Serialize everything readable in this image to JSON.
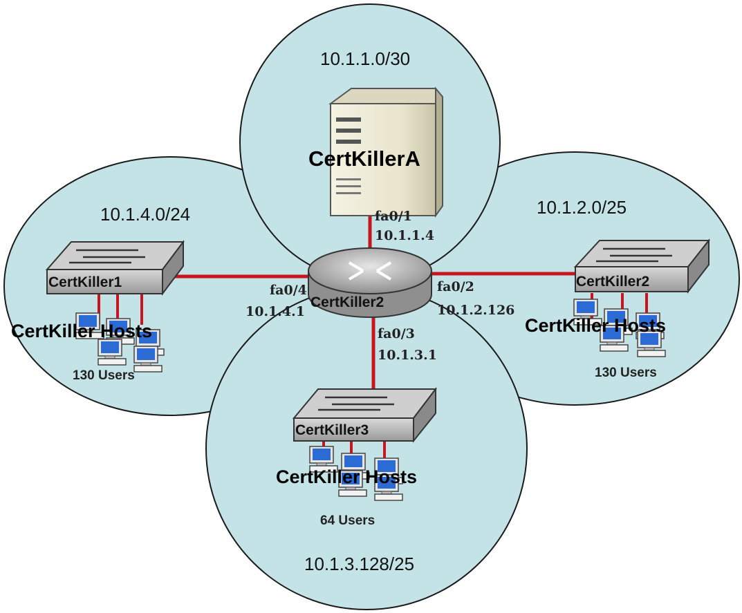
{
  "colors": {
    "subnet_fill": "#c4e3e6",
    "subnet_stroke": "#1a1a1a",
    "link": "#c8141e",
    "background": "#ffffff"
  },
  "server": {
    "name": "CertKillerA",
    "subnet": "10.1.1.0/30",
    "interface": "fa0/1",
    "ip": "10.1.1.4",
    "icon": "server-tower-icon"
  },
  "router": {
    "name": "CertKiller2",
    "icon": "router-icon"
  },
  "subnets": [
    {
      "id": "left",
      "address": "10.1.4.0/24",
      "switch": "CertKiller1",
      "hosts_label": "CertKiller Hosts",
      "users": "130 Users",
      "interface": "fa0/4",
      "ip": "10.1.4.1"
    },
    {
      "id": "right",
      "address": "10.1.2.0/25",
      "switch": "CertKiller2",
      "hosts_label": "CertKiller Hosts",
      "users": "130 Users",
      "interface": "fa0/2",
      "ip": "10.1.2.126"
    },
    {
      "id": "bottom",
      "address": "10.1.3.128/25",
      "switch": "CertKiller3",
      "hosts_label": "CertKiller Hosts",
      "users": "64 Users",
      "interface": "fa0/3",
      "ip": "10.1.3.1"
    }
  ]
}
